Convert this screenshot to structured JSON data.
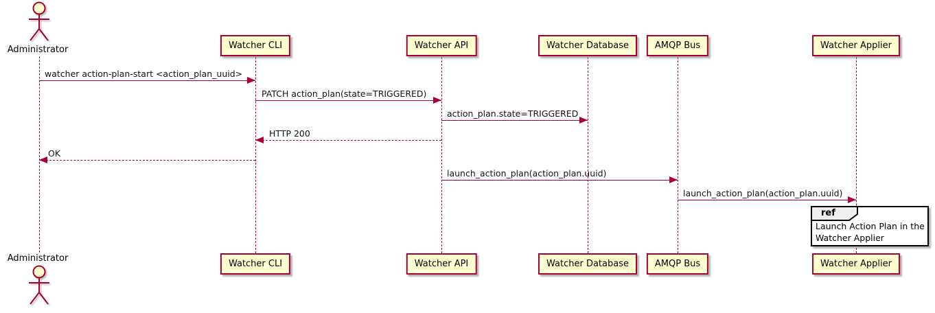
{
  "diagram_type": "sequence",
  "participants": [
    {
      "id": "administrator",
      "label": "Administrator",
      "type": "actor"
    },
    {
      "id": "watcher-cli",
      "label": "Watcher CLI",
      "type": "participant"
    },
    {
      "id": "watcher-api",
      "label": "Watcher API",
      "type": "participant"
    },
    {
      "id": "watcher-database",
      "label": "Watcher Database",
      "type": "participant"
    },
    {
      "id": "amqp-bus",
      "label": "AMQP Bus",
      "type": "participant"
    },
    {
      "id": "watcher-applier",
      "label": "Watcher Applier",
      "type": "participant"
    }
  ],
  "messages": [
    {
      "from": "Administrator",
      "to": "Watcher CLI",
      "label": "watcher action-plan-start <action_plan_uuid>",
      "line": "solid",
      "direction": "right"
    },
    {
      "from": "Watcher CLI",
      "to": "Watcher API",
      "label": "PATCH action_plan(state=TRIGGERED)",
      "line": "solid",
      "direction": "right"
    },
    {
      "from": "Watcher API",
      "to": "Watcher Database",
      "label": "action_plan.state=TRIGGERED",
      "line": "solid",
      "direction": "right"
    },
    {
      "from": "Watcher API",
      "to": "Watcher CLI",
      "label": "HTTP 200",
      "line": "dashed",
      "direction": "left"
    },
    {
      "from": "Watcher CLI",
      "to": "Administrator",
      "label": "OK",
      "line": "dashed",
      "direction": "left"
    },
    {
      "from": "Watcher API",
      "to": "AMQP Bus",
      "label": "launch_action_plan(action_plan.uuid)",
      "line": "solid",
      "direction": "right"
    },
    {
      "from": "AMQP Bus",
      "to": "Watcher Applier",
      "label": "launch_action_plan(action_plan.uuid)",
      "line": "solid",
      "direction": "right"
    }
  ],
  "ref": {
    "tag": "ref",
    "over": "Watcher Applier",
    "text_lines": [
      "Launch Action Plan in the",
      "Watcher Applier"
    ]
  },
  "colors": {
    "background": "#FFFFFF",
    "participant_fill": "#FEFECE",
    "participant_border": "#A80036",
    "line": "#A80036",
    "text": "#000000",
    "ref_border": "#000000",
    "ref_header_fill": "#EEEEEE"
  }
}
